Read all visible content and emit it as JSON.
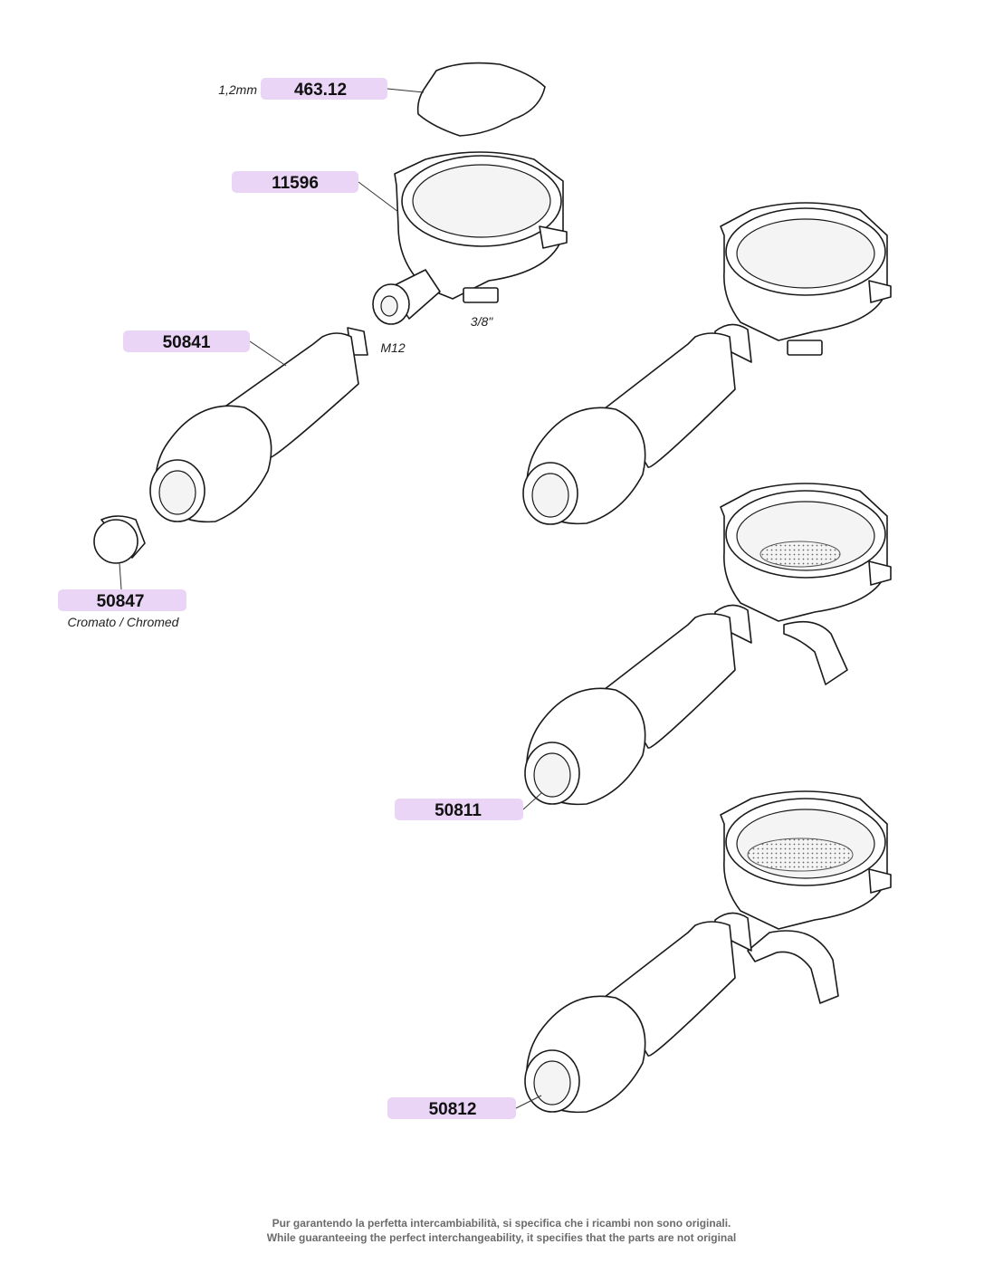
{
  "callouts": [
    {
      "id": "gasket",
      "code": "463.12",
      "note": "1,2mm"
    },
    {
      "id": "body",
      "code": "11596"
    },
    {
      "id": "handle",
      "code": "50841"
    },
    {
      "id": "cap",
      "code": "50847",
      "note": "Cromato / Chromed"
    },
    {
      "id": "pf-single",
      "code": "50811"
    },
    {
      "id": "pf-double",
      "code": "50812"
    }
  ],
  "thread_notes": {
    "spout": "3/8\"",
    "handle": "M12"
  },
  "footer": {
    "line_it": "Pur garantendo la perfetta intercambiabilità, si specifica che i ricambi non sono originali.",
    "line_en": "While guaranteeing the perfect interchangeability, it specifies that the parts are not original"
  },
  "colors": {
    "label_fill": "#ead5f7",
    "footer_text": "#6b6b6b"
  }
}
